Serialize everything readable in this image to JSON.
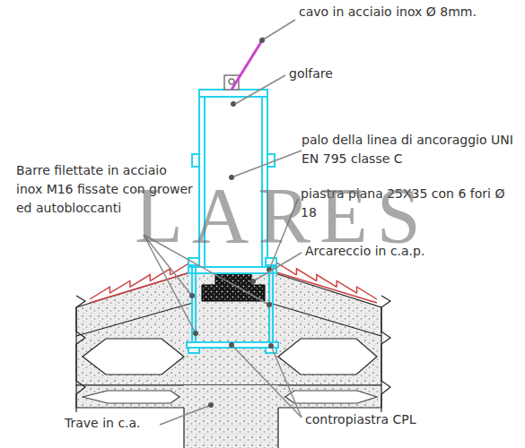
{
  "diagram": {
    "labels": [
      "cavo in acciaio inox Ø 8mm.",
      "golfare",
      "palo della linea di ancoraggio UNI EN 795 classe C",
      "Barre filettate in acciaio inox M16 fissate con grower ed autobloccanti",
      "piastra piana 25X35 con 6 fori Ø 18",
      "Arcareccio in c.a.p.",
      "Trave in c.a.",
      "contropiastra CPL",
      "LARES"
    ]
  }
}
